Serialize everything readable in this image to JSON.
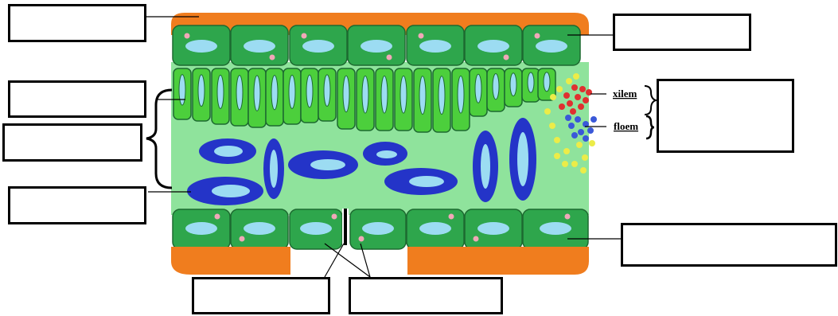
{
  "labels": {
    "xylem": "xilem",
    "phloem": "floem"
  },
  "colors": {
    "cuticle": "#f07d1e",
    "epidermis": "#2ea64c",
    "palisade": "#4ccf3c",
    "mesophyll": "#8fe39c",
    "air_space_dark": "#2434c8",
    "air_space_light": "#9cdcf2",
    "xylem_dots": "#e03030",
    "phloem_dots": "#3a58d8",
    "bundle_dots": "#ecec48"
  },
  "blank_boxes": [
    "cuticle-label-box",
    "palisade-label-box",
    "spongy-label-box",
    "air-space-label-box",
    "vascular-bundle-label-box",
    "epidermis-label-box",
    "stoma-label-box",
    "guard-cell-label-box"
  ]
}
